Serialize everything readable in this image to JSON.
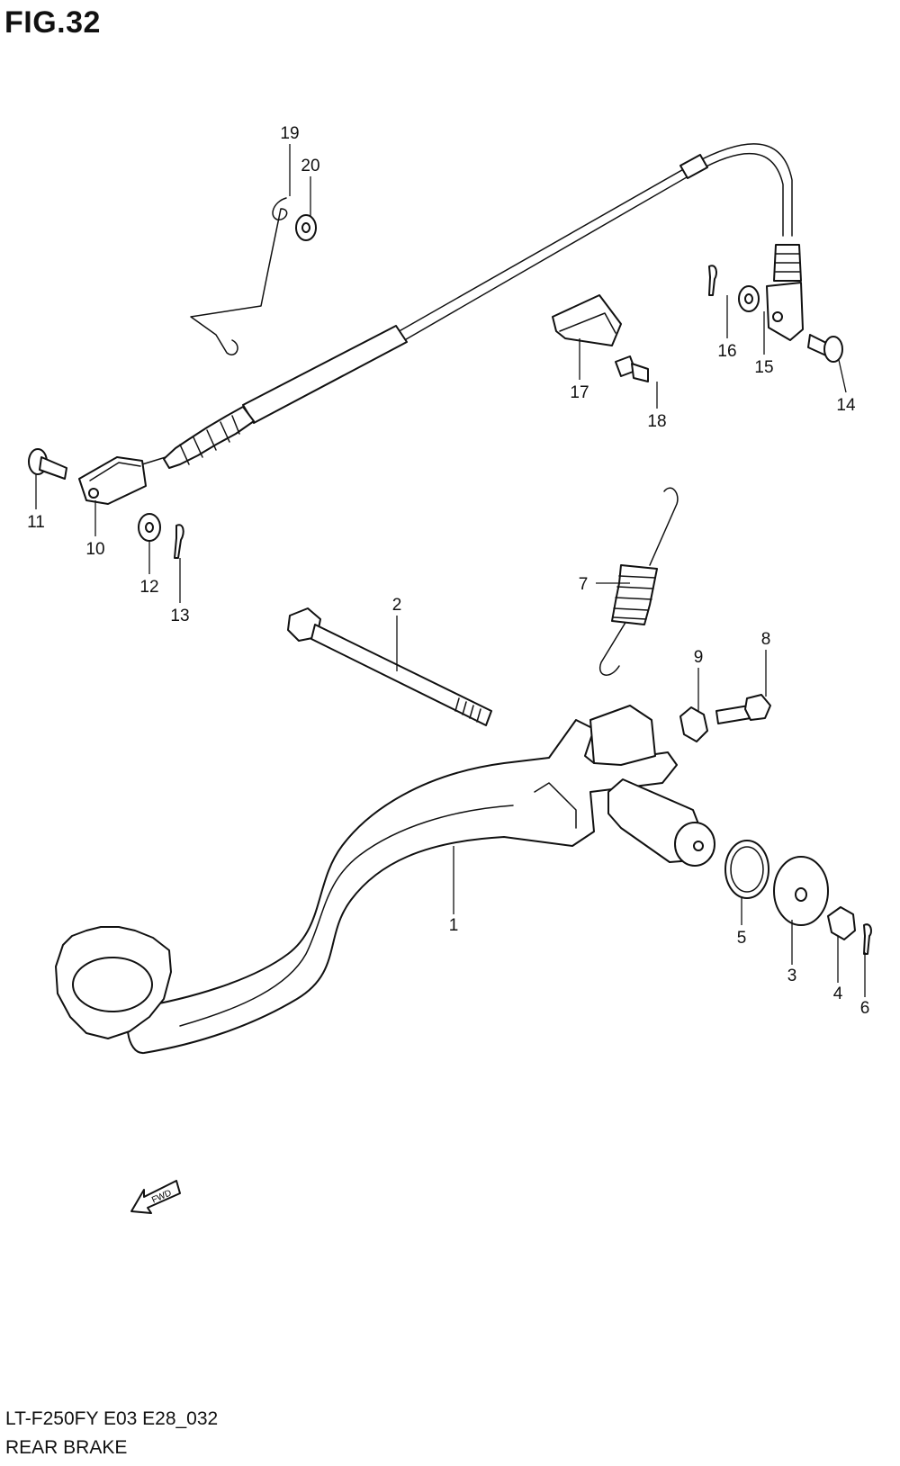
{
  "figure": {
    "title": "FIG.32",
    "model_code": "LT-F250FY E03 E28_032",
    "section_name": "REAR BRAKE",
    "direction_mark": "FWD"
  },
  "callouts": [
    {
      "id": "1",
      "part": "brake-pedal"
    },
    {
      "id": "2",
      "part": "pivot-bolt"
    },
    {
      "id": "3",
      "part": "washer"
    },
    {
      "id": "4",
      "part": "nut"
    },
    {
      "id": "5",
      "part": "o-ring"
    },
    {
      "id": "6",
      "part": "cotter-pin"
    },
    {
      "id": "7",
      "part": "return-spring"
    },
    {
      "id": "8",
      "part": "bolt"
    },
    {
      "id": "9",
      "part": "nut"
    },
    {
      "id": "10",
      "part": "cable-clevis"
    },
    {
      "id": "11",
      "part": "clevis-pin"
    },
    {
      "id": "12",
      "part": "washer"
    },
    {
      "id": "13",
      "part": "cotter-pin"
    },
    {
      "id": "14",
      "part": "clevis-pin"
    },
    {
      "id": "15",
      "part": "washer"
    },
    {
      "id": "16",
      "part": "cotter-pin"
    },
    {
      "id": "17",
      "part": "cable-clamp"
    },
    {
      "id": "18",
      "part": "bolt"
    },
    {
      "id": "19",
      "part": "wire-clip"
    },
    {
      "id": "20",
      "part": "washer"
    }
  ]
}
